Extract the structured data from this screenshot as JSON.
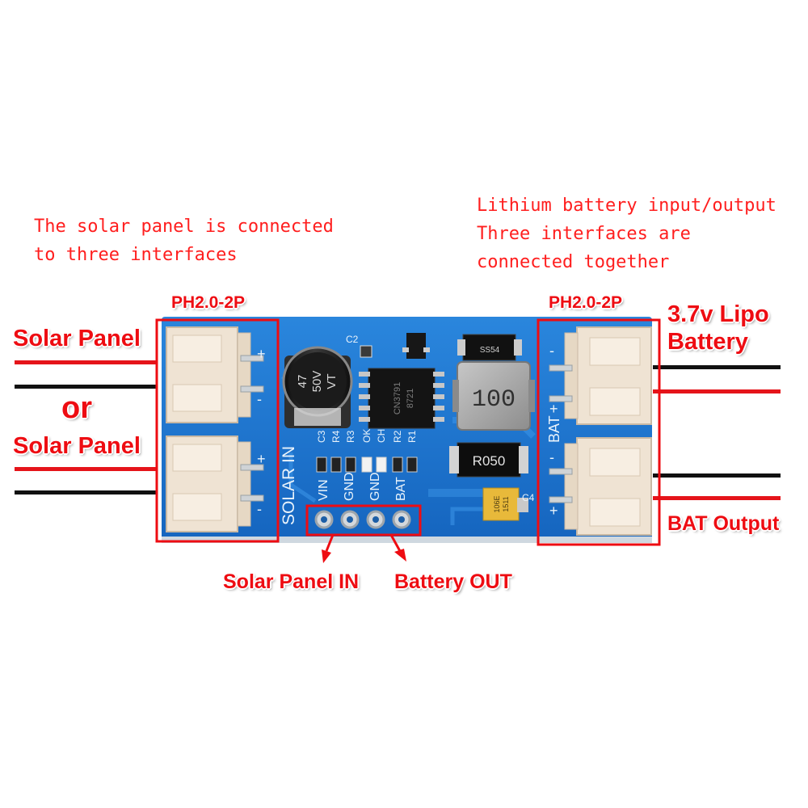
{
  "annotations": {
    "left_note": [
      "The solar panel is connected",
      "to three interfaces"
    ],
    "right_note": [
      "Lithium battery input/output",
      "Three interfaces are",
      "connected together"
    ]
  },
  "labels": {
    "left_connector": "PH2.0-2P",
    "right_connector": "PH2.0-2P",
    "solar_panel_top": "Solar Panel",
    "or": "or",
    "solar_panel_bottom": "Solar Panel",
    "lipo_battery": [
      "3.7v Lipo",
      "Battery"
    ],
    "bat_output": "BAT Output",
    "solar_panel_in": "Solar Panel IN",
    "battery_out": "Battery OUT"
  },
  "board": {
    "silkscreen": {
      "solar_in": "SOLAR IN",
      "bat": "BAT",
      "header_pins": [
        "VIN",
        "GND",
        "GND",
        "BAT"
      ],
      "refs": [
        "C3",
        "R4",
        "R3",
        "OK",
        "CH",
        "R2",
        "R1",
        "C2",
        "C4"
      ],
      "plus": "+",
      "minus": "-"
    },
    "capacitor_marking": [
      "47",
      "50V",
      "VT"
    ],
    "inductor_marking": "100",
    "resistor_marking": "R050",
    "diode_marking": "SS54",
    "ic_marking": [
      "CN3791",
      "8721"
    ],
    "tantalum_marking": [
      "106E",
      "1511"
    ]
  },
  "colors": {
    "annotation_red": "#ee0c12",
    "pcb_blue": "#1f78d1",
    "wire_red": "#e5141a",
    "wire_black": "#111111",
    "connector_white": "#f1e6d7"
  }
}
